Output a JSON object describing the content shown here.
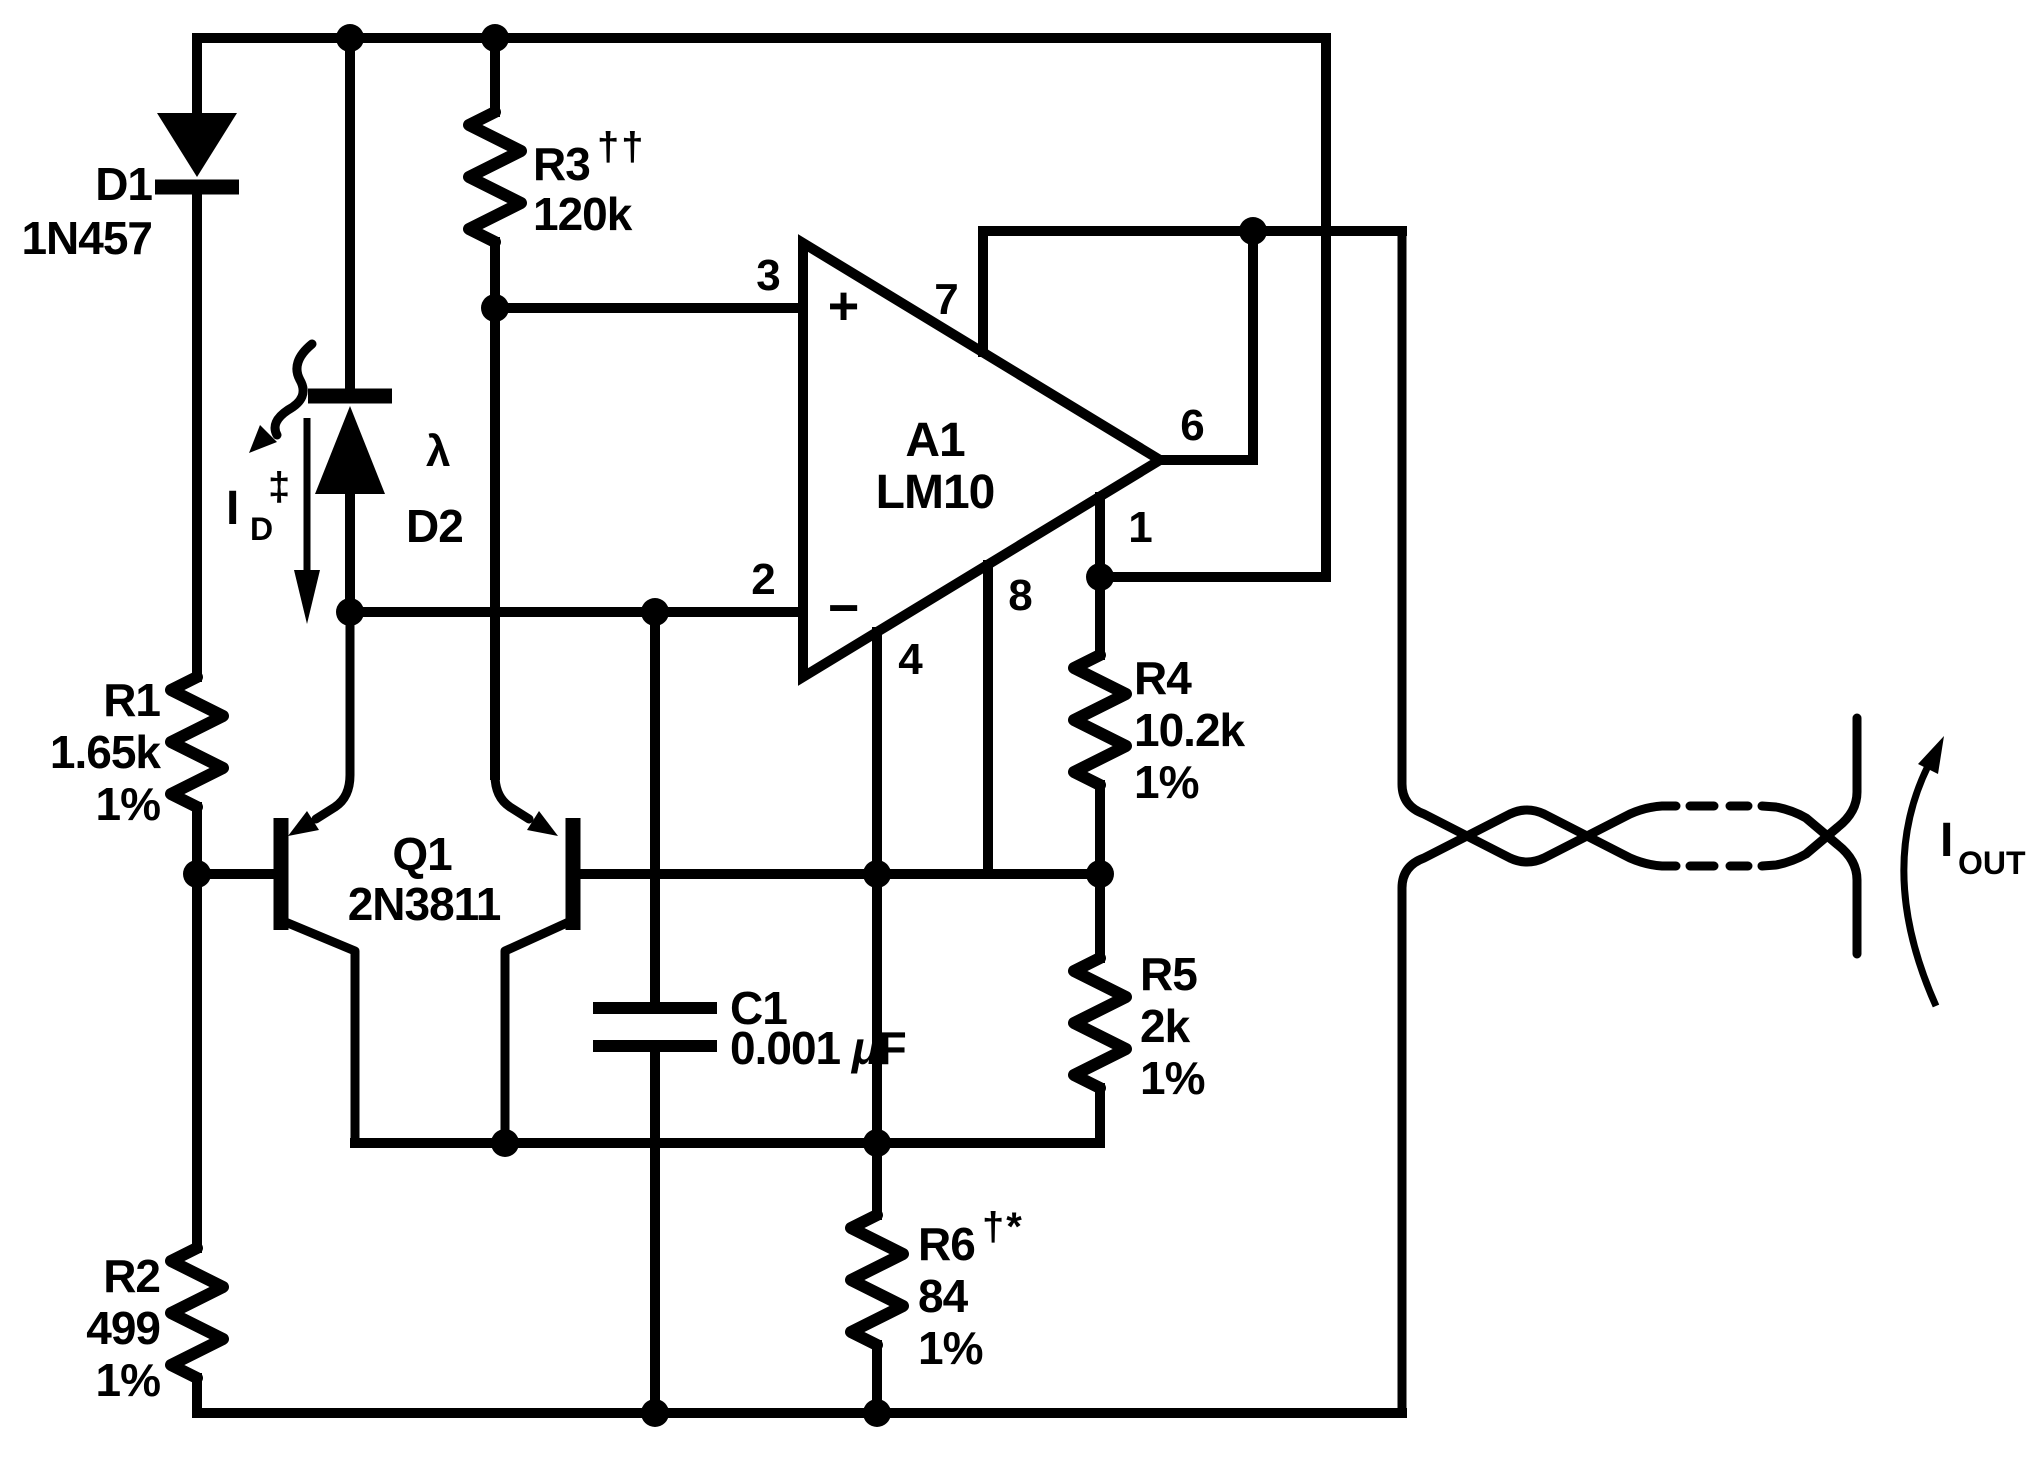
{
  "colors": {
    "ink": "#000000",
    "paper": "#ffffff"
  },
  "schematic": {
    "opamp": {
      "ref": "A1",
      "part": "LM10",
      "plus": "+",
      "minus": "−",
      "pins": {
        "p1": "1",
        "p2": "2",
        "p3": "3",
        "p4": "4",
        "p6": "6",
        "p7": "7",
        "p8": "8"
      }
    },
    "d1": {
      "ref": "D1",
      "part": "1N457"
    },
    "d2": {
      "ref": "D2",
      "lambda": "λ"
    },
    "q1": {
      "ref": "Q1",
      "part": "2N3811"
    },
    "r1": {
      "ref": "R1",
      "value": "1.65k",
      "tol": "1%"
    },
    "r2": {
      "ref": "R2",
      "value": "499",
      "tol": "1%"
    },
    "r3": {
      "ref": "R3",
      "marks": "††",
      "value": "120k"
    },
    "r4": {
      "ref": "R4",
      "value": "10.2k",
      "tol": "1%"
    },
    "r5": {
      "ref": "R5",
      "value": "2k",
      "tol": "1%"
    },
    "r6": {
      "ref": "R6",
      "marks": "†*",
      "value": "84",
      "tol": "1%"
    },
    "c1": {
      "ref": "C1",
      "value_num": "0.001 ",
      "value_mu": "μ",
      "value_unit": "F"
    },
    "i_d": {
      "symbol": "I",
      "sub": "D",
      "mark": "‡"
    },
    "i_out": {
      "symbol": "I",
      "sub": "OUT"
    }
  }
}
